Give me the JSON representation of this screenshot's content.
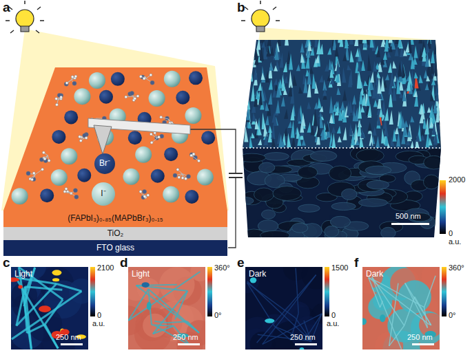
{
  "diagram": {
    "nodes": [
      {
        "text": [
          "(FAPbI₃)₀.₈₅(MAPbBr₃)₀.₁₅"
        ]
      },
      {
        "text": [
          "TiO₂"
        ]
      },
      {
        "text": [
          "FTO glass"
        ]
      },
      {
        "text": [
          "Br⁻"
        ]
      },
      {
        "text": [
          "I⁻"
        ]
      }
    ],
    "labels": [
      "a",
      "b",
      "c",
      "d",
      "e",
      "f",
      "2000",
      "0",
      "a.u.",
      "500 nm",
      "Light",
      "2100",
      "0",
      "a.u.",
      "250 nm",
      "Light",
      "360°",
      "0°",
      "250 nm",
      "Dark",
      "1500",
      "0",
      "a.u.",
      "250 nm",
      "Dark",
      "360°",
      "0°",
      "250 nm"
    ]
  }
}
